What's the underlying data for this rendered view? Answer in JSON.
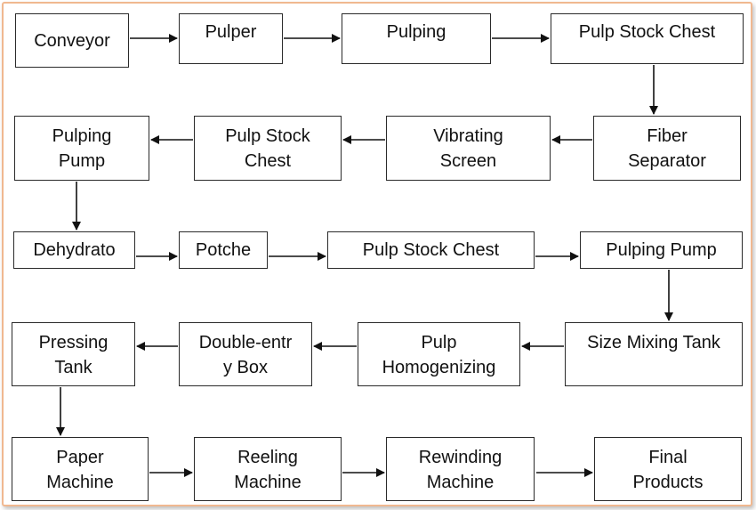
{
  "diagram": {
    "nodes": [
      {
        "id": "conveyor",
        "label": "Conveyor"
      },
      {
        "id": "pulper",
        "label": "Pulper"
      },
      {
        "id": "pulping",
        "label": "Pulping"
      },
      {
        "id": "pulp-stock-chest-1",
        "label": "Pulp Stock Chest"
      },
      {
        "id": "fiber-separator",
        "label": "Fiber\nSeparator"
      },
      {
        "id": "vibrating-screen",
        "label": "Vibrating\nScreen"
      },
      {
        "id": "pulp-stock-chest-2",
        "label": "Pulp Stock\nChest"
      },
      {
        "id": "pulping-pump-1",
        "label": "Pulping\nPump"
      },
      {
        "id": "dehydrato",
        "label": "Dehydrato"
      },
      {
        "id": "potche",
        "label": "Potche"
      },
      {
        "id": "pulp-stock-chest-3",
        "label": "Pulp Stock Chest"
      },
      {
        "id": "pulping-pump-2",
        "label": "Pulping Pump"
      },
      {
        "id": "size-mixing-tank",
        "label": "Size Mixing Tank"
      },
      {
        "id": "pulp-homogenizing",
        "label": "Pulp\nHomogenizing"
      },
      {
        "id": "double-entry-box",
        "label": "Double-entr\ny Box"
      },
      {
        "id": "pressing-tank",
        "label": "Pressing\nTank"
      },
      {
        "id": "paper-machine",
        "label": "Paper\nMachine"
      },
      {
        "id": "reeling-machine",
        "label": "Reeling\nMachine"
      },
      {
        "id": "rewinding-machine",
        "label": "Rewinding\nMachine"
      },
      {
        "id": "final-products",
        "label": "Final\nProducts"
      }
    ],
    "edges": [
      [
        "conveyor",
        "pulper"
      ],
      [
        "pulper",
        "pulping"
      ],
      [
        "pulping",
        "pulp-stock-chest-1"
      ],
      [
        "pulp-stock-chest-1",
        "fiber-separator"
      ],
      [
        "fiber-separator",
        "vibrating-screen"
      ],
      [
        "vibrating-screen",
        "pulp-stock-chest-2"
      ],
      [
        "pulp-stock-chest-2",
        "pulping-pump-1"
      ],
      [
        "pulping-pump-1",
        "dehydrato"
      ],
      [
        "dehydrato",
        "potche"
      ],
      [
        "potche",
        "pulp-stock-chest-3"
      ],
      [
        "pulp-stock-chest-3",
        "pulping-pump-2"
      ],
      [
        "pulping-pump-2",
        "size-mixing-tank"
      ],
      [
        "size-mixing-tank",
        "pulp-homogenizing"
      ],
      [
        "pulp-homogenizing",
        "double-entry-box"
      ],
      [
        "double-entry-box",
        "pressing-tank"
      ],
      [
        "pressing-tank",
        "paper-machine"
      ],
      [
        "paper-machine",
        "reeling-machine"
      ],
      [
        "reeling-machine",
        "rewinding-machine"
      ],
      [
        "rewinding-machine",
        "final-products"
      ]
    ],
    "colors": {
      "frame_border": "#f0b890",
      "box_border": "#2a2a2a",
      "arrow": "#111111",
      "text": "#111111"
    }
  }
}
